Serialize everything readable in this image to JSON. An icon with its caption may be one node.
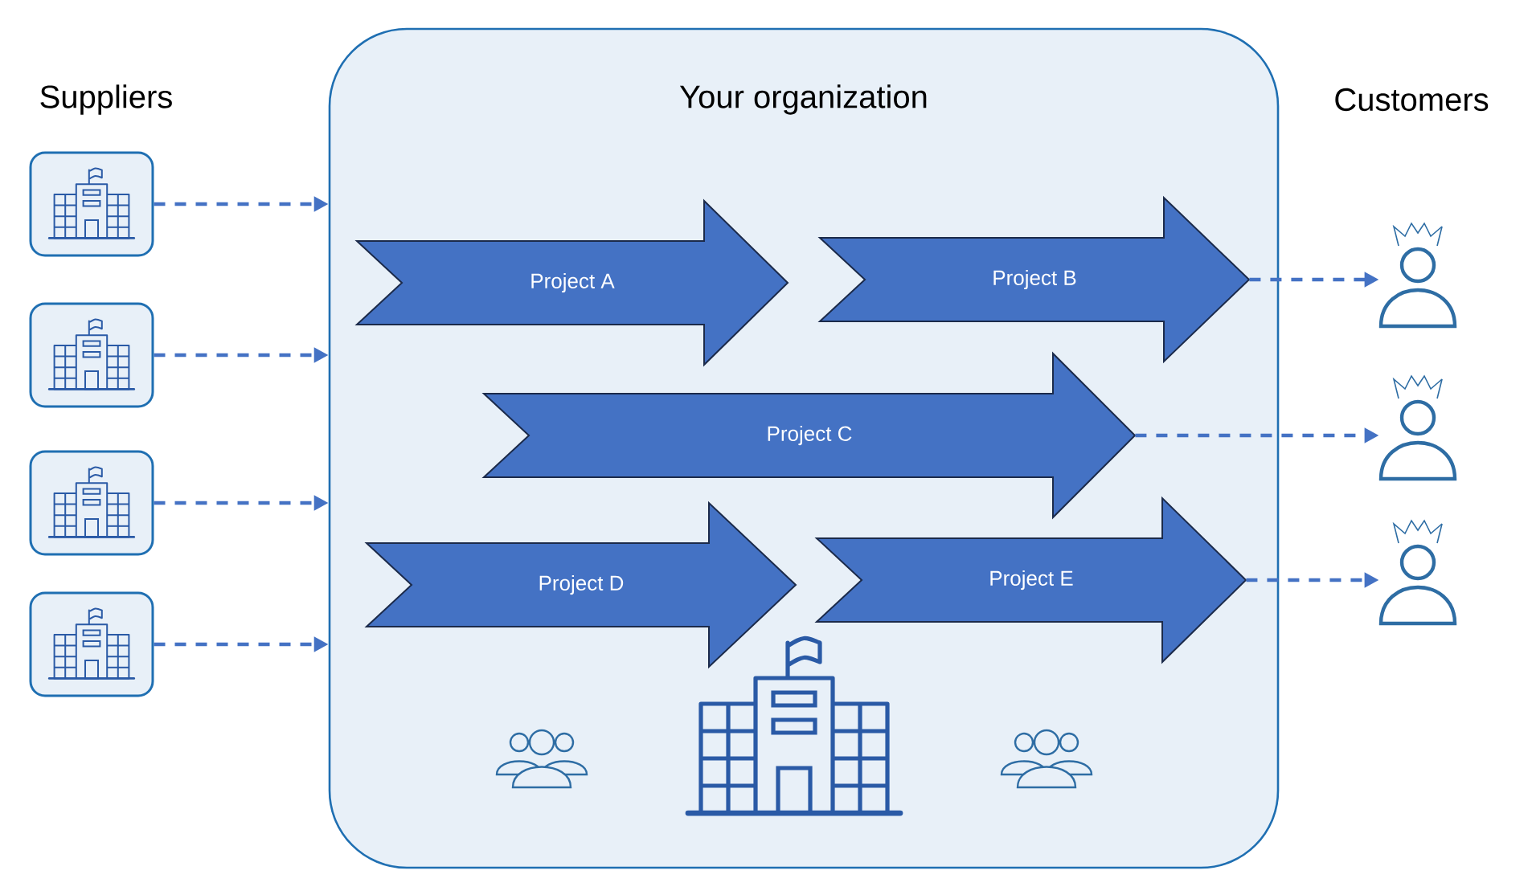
{
  "diagram": {
    "nodes": [
      {
        "text": [
          "Your organization"
        ]
      },
      {
        "text": [],
        "shape": "box"
      },
      {
        "text": [],
        "shape": "box"
      },
      {
        "text": [],
        "shape": "box"
      },
      {
        "text": [],
        "shape": "box"
      },
      {
        "text": [
          "Project A"
        ],
        "in": 0
      },
      {
        "text": [
          "Project B"
        ],
        "in": 0
      },
      {
        "text": [
          "Project C"
        ],
        "in": 0
      },
      {
        "text": [
          "Project D"
        ],
        "in": 0
      },
      {
        "text": [
          "Project E"
        ],
        "in": 0
      },
      {
        "text": [],
        "shape": "person"
      },
      {
        "text": [],
        "shape": "person"
      },
      {
        "text": [],
        "shape": "person"
      }
    ],
    "edges": [
      {
        "from": 1,
        "to": 0,
        "arrow": "to",
        "style": "dashed"
      },
      {
        "from": 2,
        "to": 0,
        "arrow": "to",
        "style": "dashed"
      },
      {
        "from": 3,
        "to": 0,
        "arrow": "to",
        "style": "dashed"
      },
      {
        "from": 4,
        "to": 0,
        "arrow": "to",
        "style": "dashed"
      },
      {
        "from": 6,
        "to": 10,
        "arrow": "to",
        "style": "dashed"
      },
      {
        "from": 7,
        "to": 11,
        "arrow": "to",
        "style": "dashed"
      },
      {
        "from": 9,
        "to": 12,
        "arrow": "to",
        "style": "dashed"
      }
    ],
    "labels": [
      "Suppliers",
      "Customers"
    ]
  }
}
